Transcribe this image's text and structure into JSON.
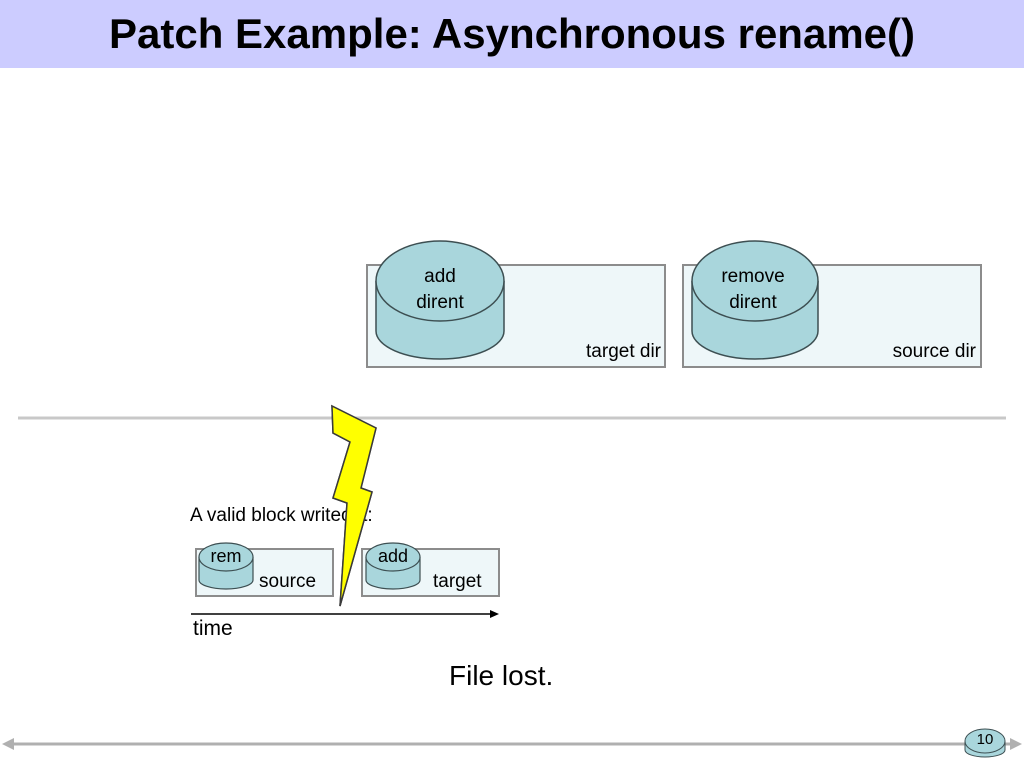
{
  "slide": {
    "title": "Patch Example: Asynchronous rename()",
    "page_number": "10"
  },
  "top_diagram": {
    "target_box_label": "target dir",
    "source_box_label": "source dir",
    "add_patch_lines": [
      "add",
      "dirent"
    ],
    "remove_patch_lines": [
      "remove",
      "dirent"
    ]
  },
  "writeout": {
    "caption": "A valid block writeout:",
    "source_block_label": "source",
    "target_block_label": "target",
    "rem_patch": "rem",
    "add_patch": "add",
    "time_label": "time"
  },
  "conclusion": "File lost.",
  "colors": {
    "title_bar": "#ccccff",
    "box_fill": "#eef7f9",
    "box_border": "#8c8c8c",
    "cylinder_fill": "#a9d6dc",
    "cylinder_stroke": "#3d4f52",
    "lightning_fill": "#ffff00",
    "divider": "#c8c8c8"
  }
}
